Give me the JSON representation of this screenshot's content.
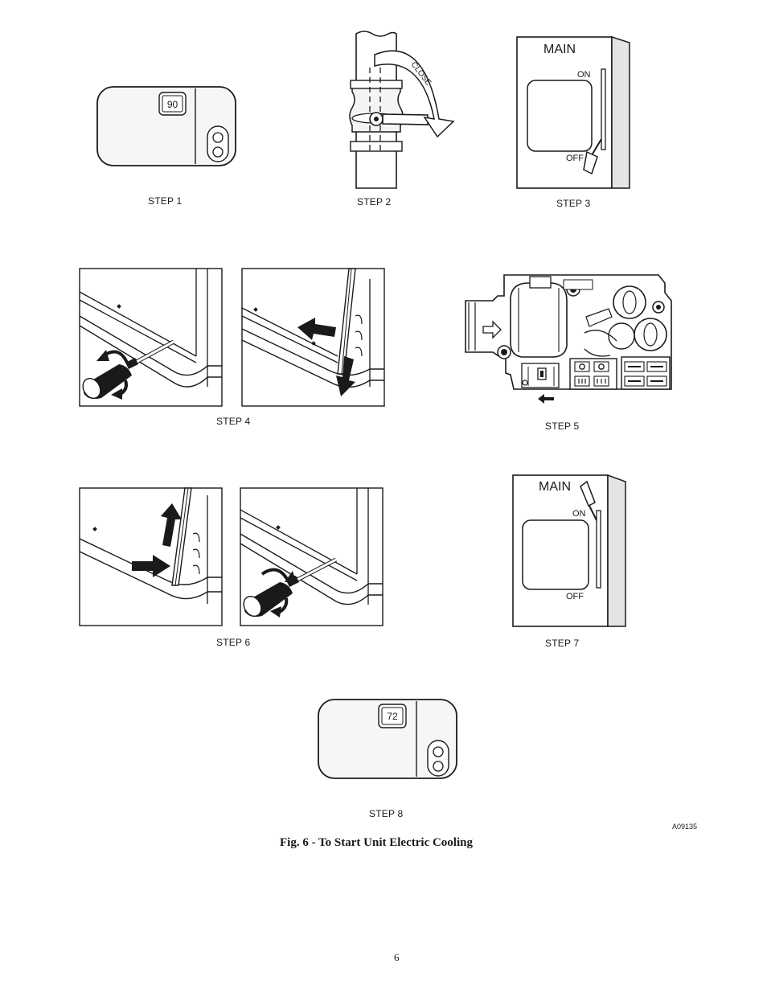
{
  "figure": {
    "caption": "Fig. 6 - To Start Unit Electric Cooling",
    "code": "A09135",
    "page_number": "6"
  },
  "steps": {
    "step1": {
      "label": "STEP 1",
      "display_value": "90"
    },
    "step2": {
      "label": "STEP 2",
      "valve_label": "CLOSE"
    },
    "step3": {
      "label": "STEP 3",
      "switch_title": "MAIN",
      "on_label": "ON",
      "off_label": "OFF"
    },
    "step4": {
      "label": "STEP 4"
    },
    "step5": {
      "label": "STEP 5"
    },
    "step6": {
      "label": "STEP 6"
    },
    "step7": {
      "label": "STEP 7",
      "switch_title": "MAIN",
      "on_label": "ON",
      "off_label": "OFF"
    },
    "step8": {
      "label": "STEP 8",
      "display_value": "72"
    }
  },
  "colors": {
    "line": "#1a1a1a",
    "fill_light": "#f4f4f4",
    "fill_mid": "#d9d9d9"
  }
}
